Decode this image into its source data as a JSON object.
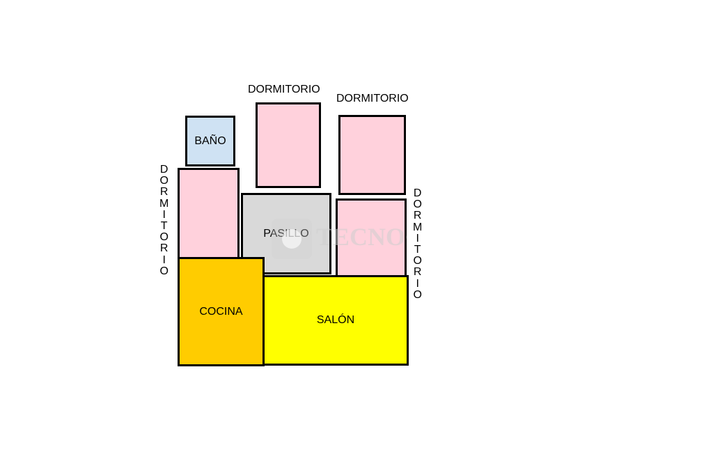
{
  "rooms": {
    "bano": "BAÑO",
    "dormitorio_top_left": "",
    "dormitorio_top_right": "",
    "dormitorio_left": "",
    "pasillo": "PASILLO",
    "dormitorio_right": "",
    "cocina": "COCINA",
    "salon": "SALÓN"
  },
  "labels": {
    "dormitorio_top_left": "DORMITORIO",
    "dormitorio_top_right": "DORMITORIO",
    "dormitorio_left": "DORMITORIO",
    "dormitorio_right": "DORMITORIO"
  },
  "watermark": "TECNOCASA",
  "colors": {
    "bano": "#cfe2f3",
    "dormitorio": "#ffd1dc",
    "pasillo": "#d9d9d9",
    "cocina": "#ffcc00",
    "salon": "#ffff00",
    "border": "#000000"
  }
}
